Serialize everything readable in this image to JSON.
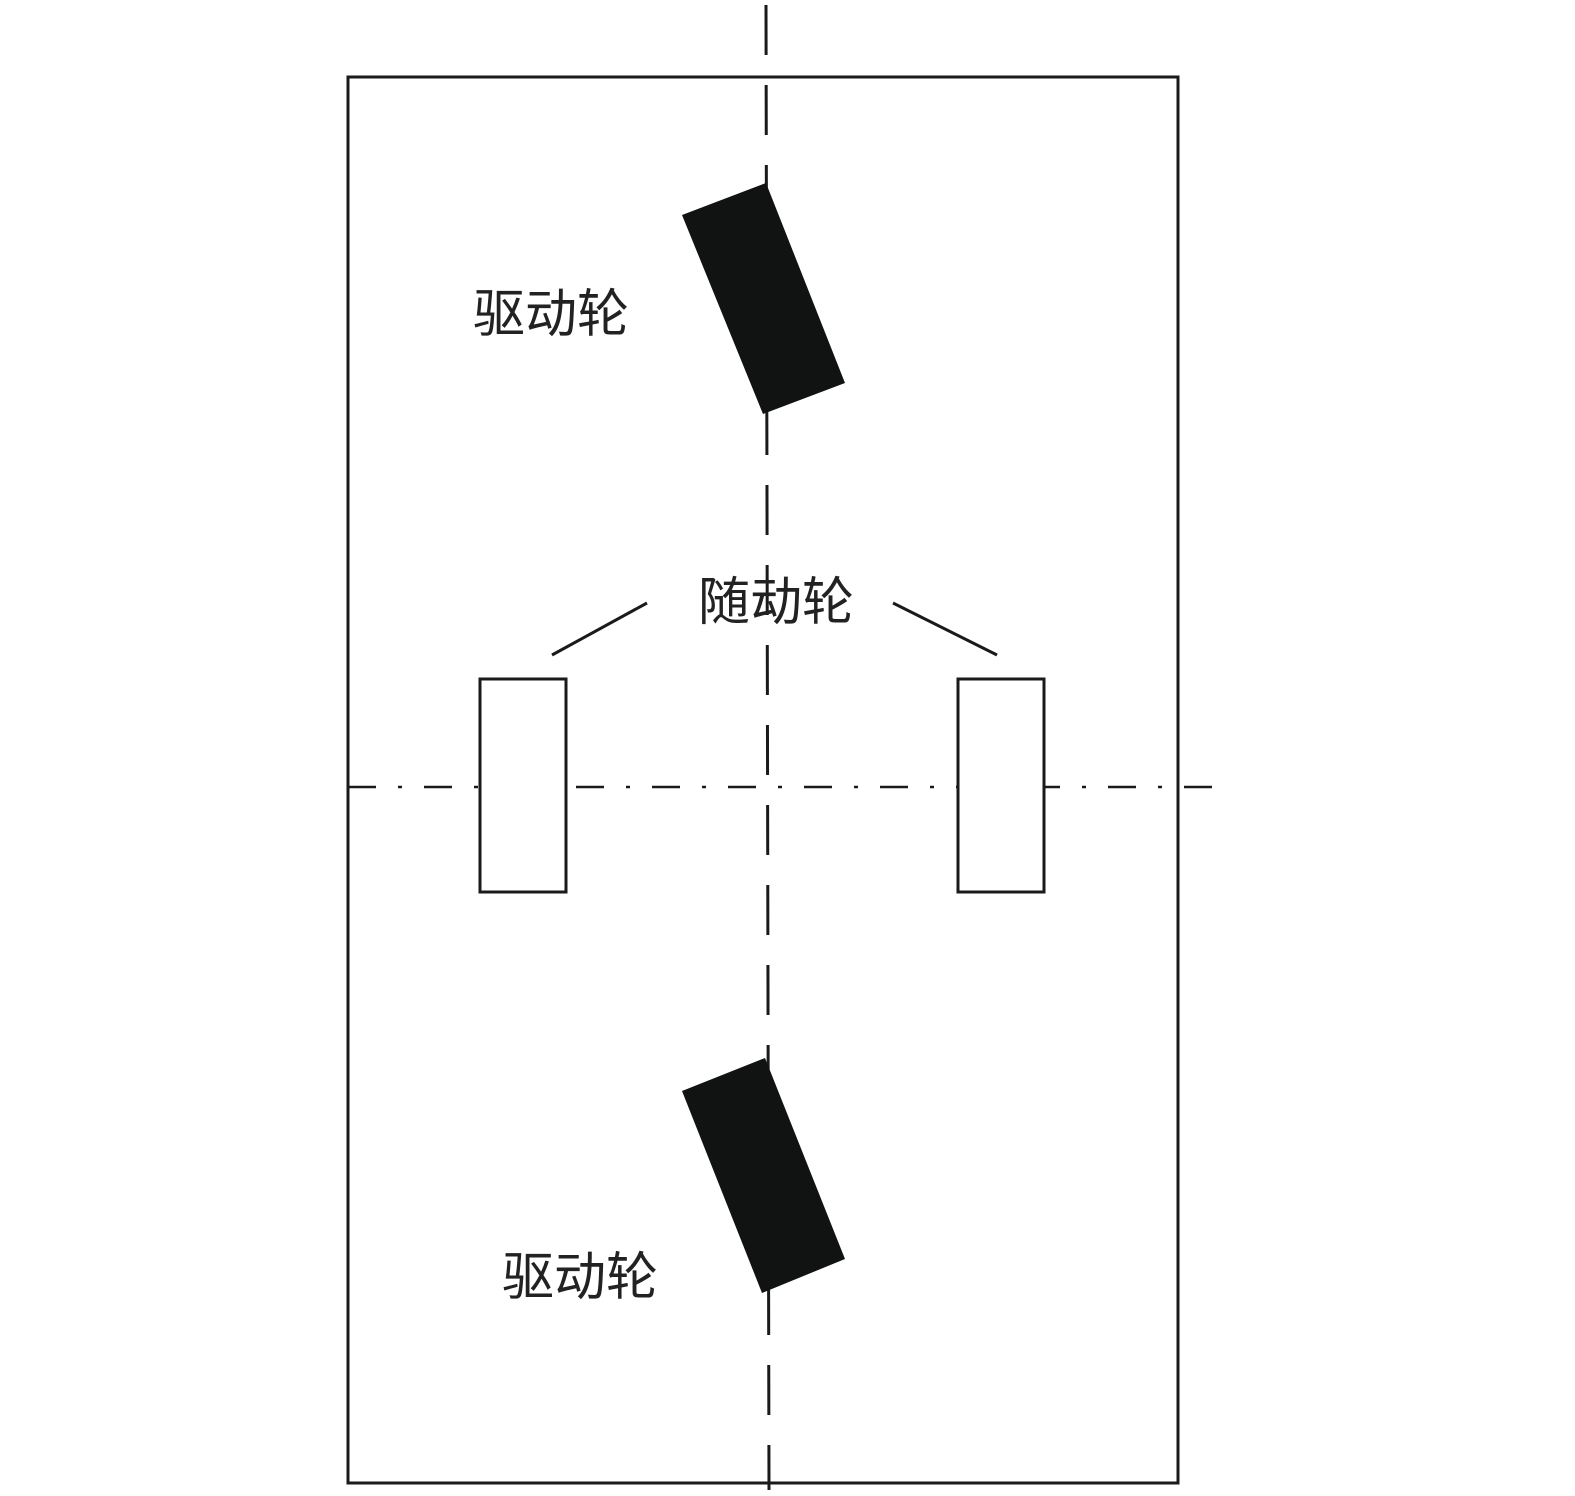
{
  "labels": {
    "drive_wheel_top": "驱动轮",
    "follower_wheels": "随动轮",
    "drive_wheel_bottom": "驱动轮"
  },
  "colors": {
    "stroke": "#1a1a1a",
    "drive_wheel_fill": "#111312",
    "follower_wheel_fill": "#ffffff",
    "text": "#222222"
  }
}
